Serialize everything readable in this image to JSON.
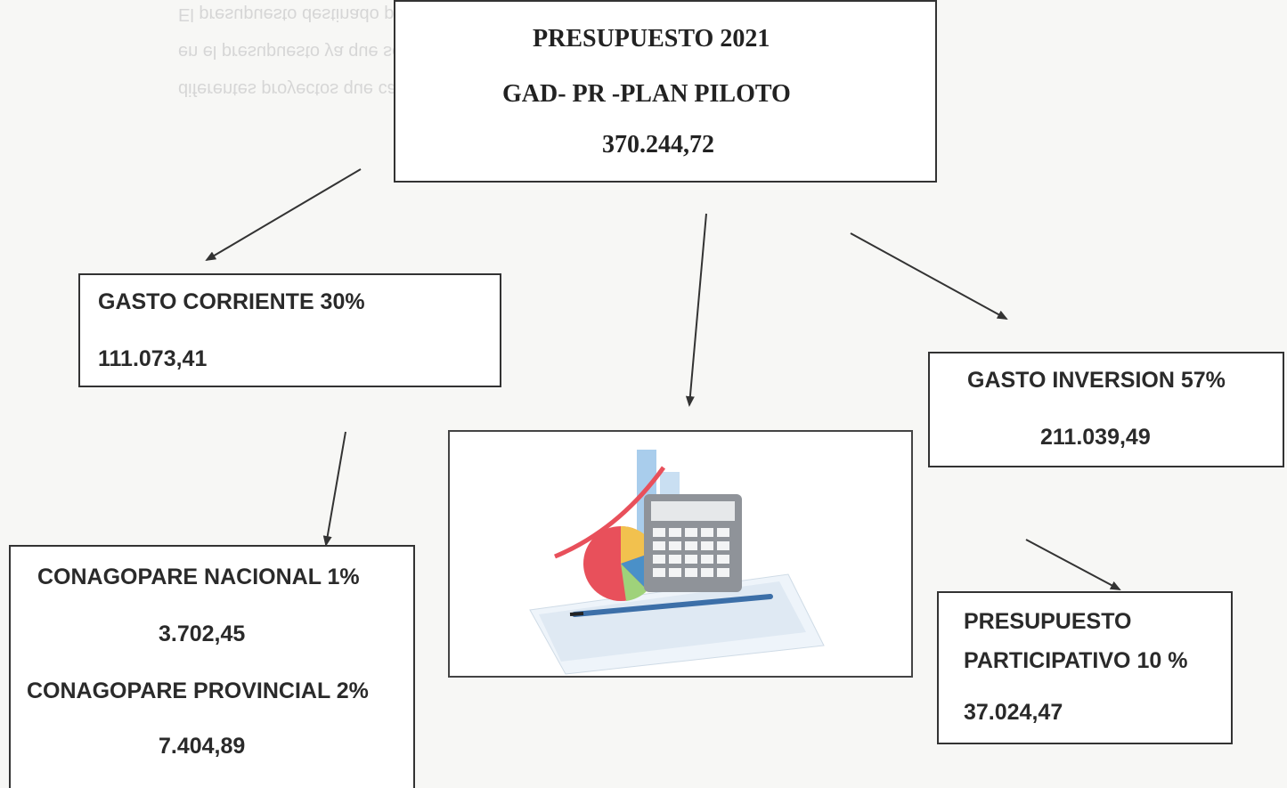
{
  "background_text": [
    "El presupuesto destinado para las contrataciones en los diferentes proyectos no afecta",
    "en el presupuesto ya que son proyectos de inversión necesarios para la ejecución de los",
    "diferentes proyectos que cada vocal"
  ],
  "root": {
    "title": "PRESUPUESTO 2021",
    "subtitle": "GAD- PR -PLAN PILOTO",
    "amount": "370.244,72"
  },
  "gasto_corriente": {
    "label": "GASTO CORRIENTE  30%",
    "amount": "111.073,41"
  },
  "gasto_inversion": {
    "label": "GASTO INVERSION 57%",
    "amount": "211.039,49"
  },
  "conagopare": {
    "nacional_label": "CONAGOPARE NACIONAL 1%",
    "nacional_amount": "3.702,45",
    "provincial_label": "CONAGOPARE PROVINCIAL 2%",
    "provincial_amount": "7.404,89"
  },
  "presupuesto_participativo": {
    "label_line1": "PRESUPUESTO",
    "label_line2": "PARTICIPATIVO 10 %",
    "amount": "37.024,47"
  },
  "colors": {
    "line": "#333333",
    "pie_red": "#e8505b",
    "pie_yellow": "#f2c14e",
    "pie_blue": "#4a90c8",
    "chart_blue": "#a9cdec"
  }
}
